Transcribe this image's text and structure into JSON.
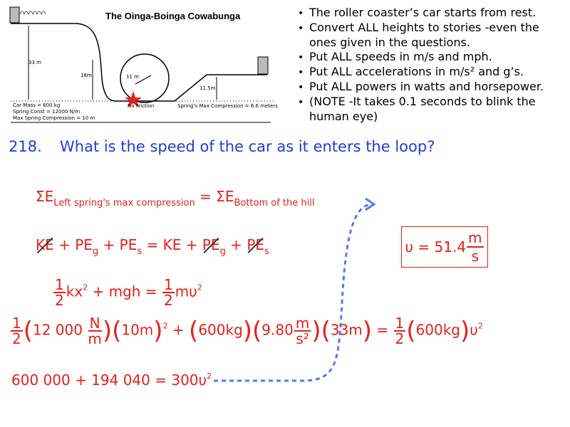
{
  "diagram": {
    "title": "The Oinga-Boinga Cowabunga",
    "h_33": "33 m",
    "h_18": "18m",
    "radius": "11 m",
    "h_11_5": "11.5m",
    "no_friction": "No Friction",
    "right_comp": "Spring's Max Compression = 6.6 meters",
    "mass": "Car Mass = 600 kg",
    "spring_const": "Spring Const = 12000 N/m",
    "max_comp": "Max Spring Compression = 10 m",
    "star_color": "#e8201c"
  },
  "bullets": [
    "The roller coaster’s car starts from rest.",
    "Convert ALL heights to stories -even the ones given in the questions.",
    "Put ALL speeds in m/s and mph.",
    "Put ALL accelerations in m/s² and g’s.",
    "Put ALL powers in watts and horsepower.",
    "(NOTE -It takes 0.1 seconds to blink the human eye)"
  ],
  "question": {
    "number": "218.",
    "text": "What is the speed of the car as it enters the loop?"
  },
  "eq1": {
    "lhs": "ΣE",
    "lhs_sub": "Left spring's max compression",
    "eq": " = ΣE",
    "rhs_sub": "Bottom of the hill"
  },
  "eq2": {
    "ke": "KE",
    "plus1": " + PE",
    "g": "g",
    "plus2": " + PE",
    "s": "s",
    "mid": " = KE + ",
    "pe": "PE",
    "plus3": " + ",
    "pe2": "PE"
  },
  "eq3": {
    "one": "1",
    "two": "2",
    "kx": "kx",
    "sq": "2",
    "mid": " + mgh = ",
    "mv": "mυ"
  },
  "eq4": {
    "one": "1",
    "two": "2",
    "k": "12 000",
    "N": "N",
    "m": "m",
    "x": "10m",
    "mass": "600kg",
    "g": "9.80",
    "ms": "m",
    "s2": "s²",
    "h": "33m",
    "v": "υ"
  },
  "eq5": {
    "text": "600 000 + 194 040 = 300υ",
    "sq": "2"
  },
  "answer": {
    "lhs": "υ = 51.4",
    "num": "m",
    "den": "s"
  }
}
